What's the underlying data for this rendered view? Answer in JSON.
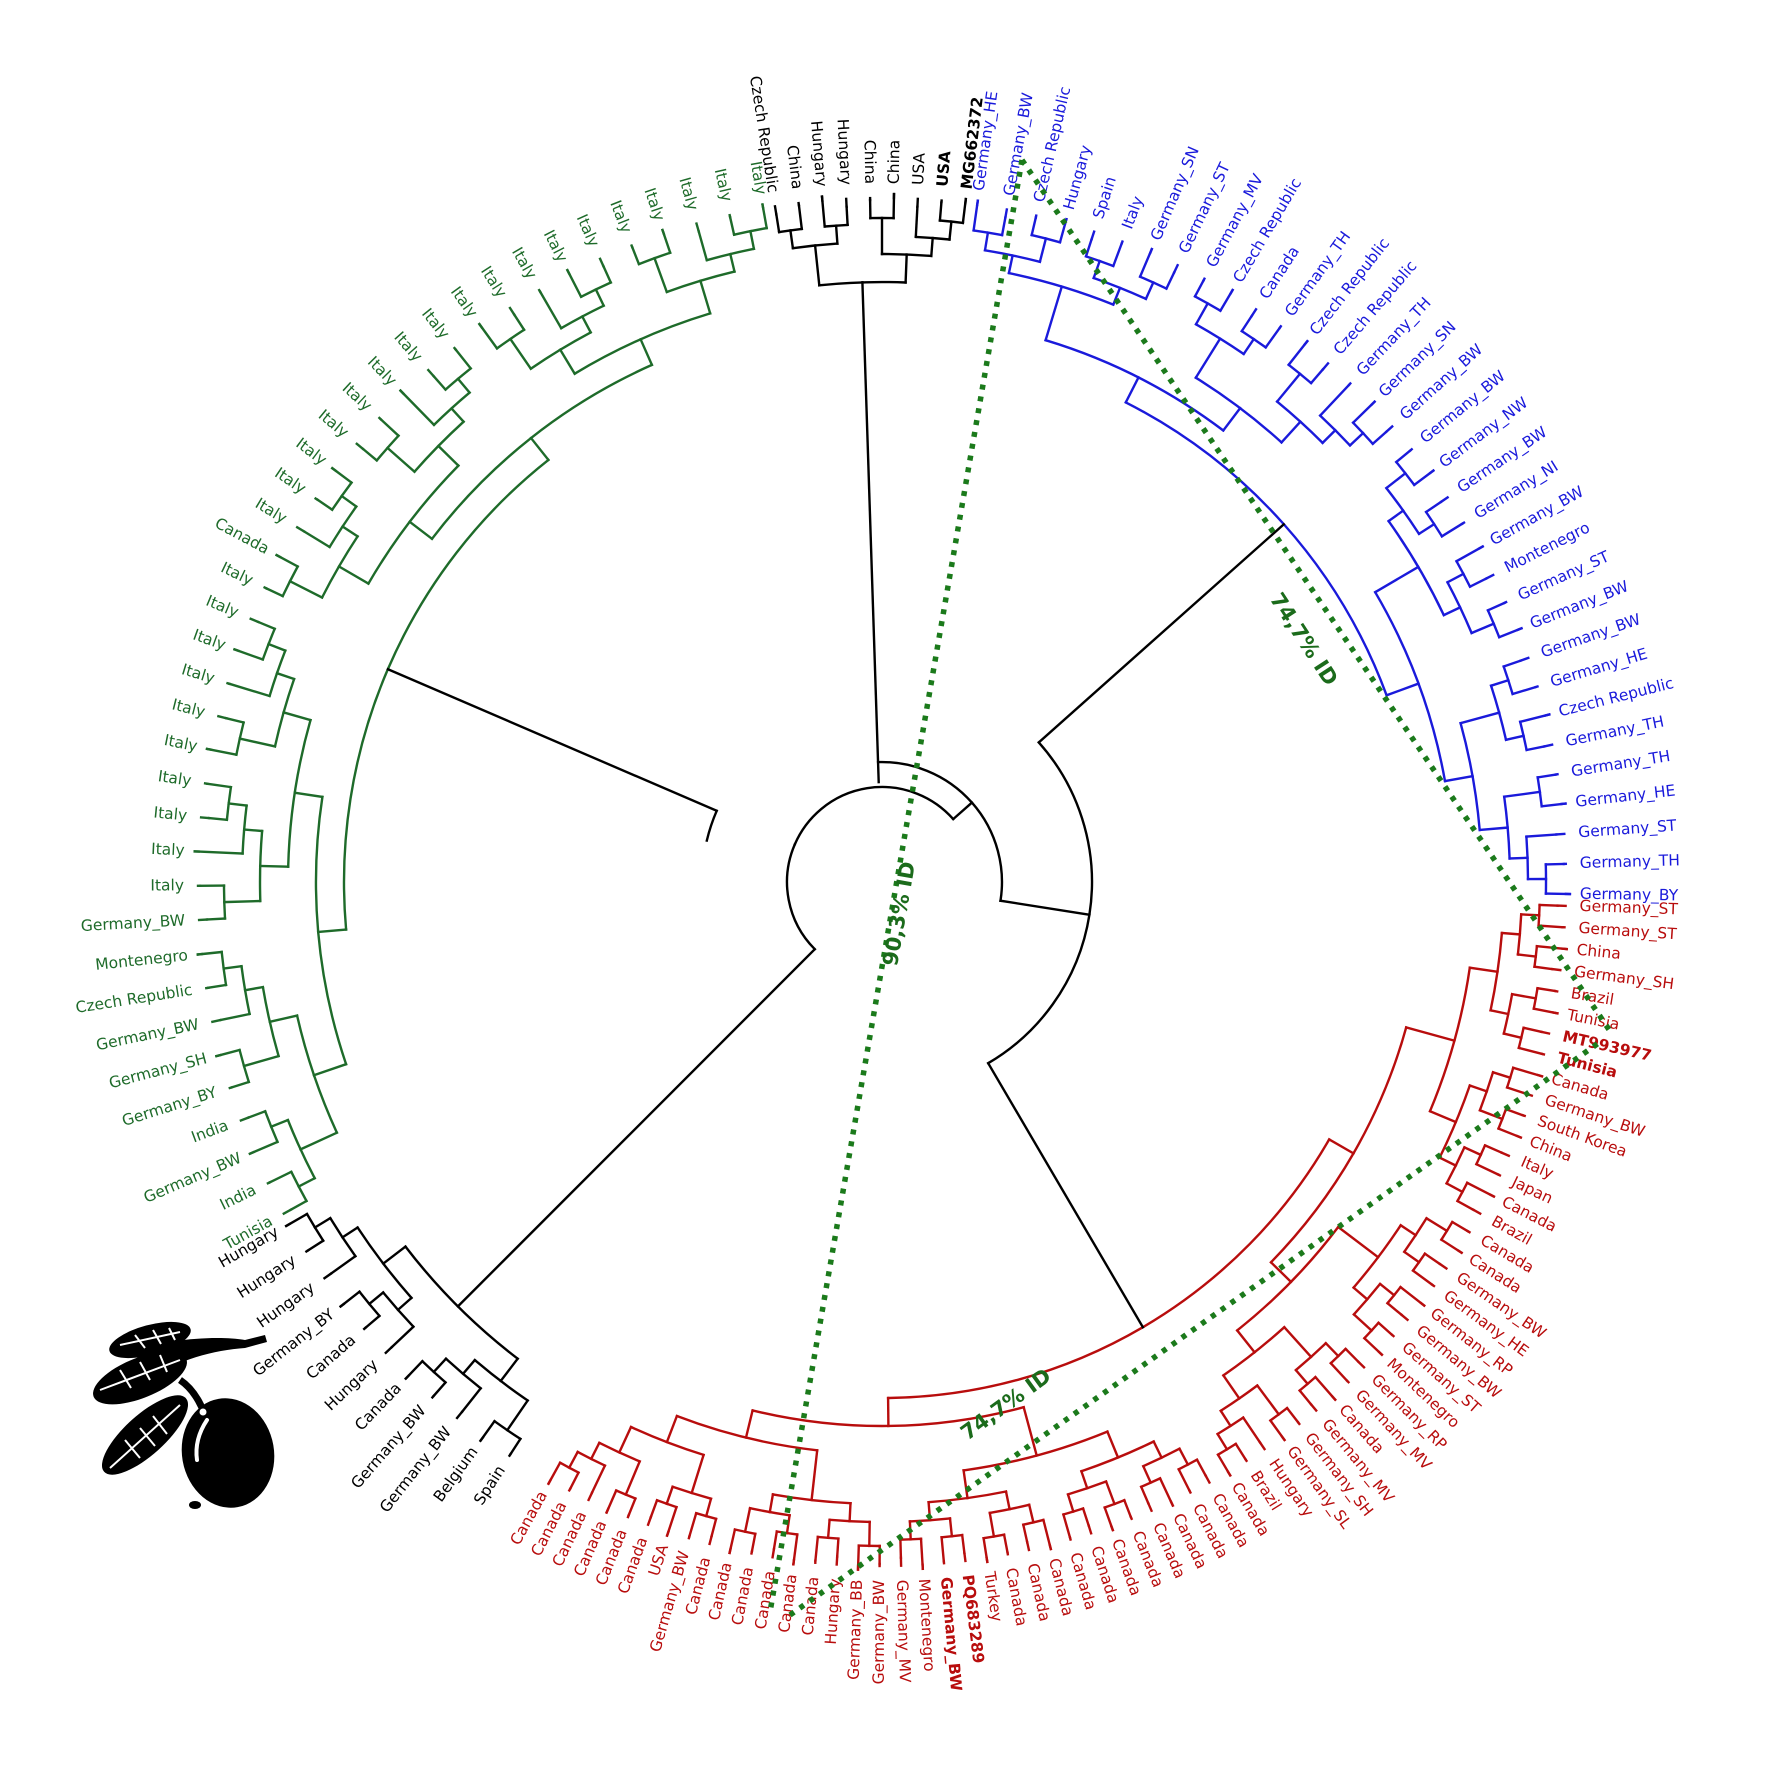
{
  "colors": {
    "green": "#1e6b2a",
    "blue": "#1a1adb",
    "red": "#b80d0d",
    "black": "#000000",
    "identity_line": "#1b7a1b"
  },
  "groups": [
    {
      "color": "green",
      "leaves": [
        "Italy",
        "Italy",
        "Italy",
        "Italy",
        "Italy",
        "Italy",
        "Italy",
        "Italy",
        "Italy",
        "Italy",
        "Italy",
        "Italy",
        "Italy",
        "Italy",
        "Italy",
        "Italy",
        "Italy",
        "Italy",
        "Canada",
        "Italy",
        "Italy",
        "Italy",
        "Italy",
        "Italy",
        "Italy",
        "Italy",
        "Italy",
        "Italy",
        "Italy",
        "Germany_BW",
        "Montenegro",
        "Czech Republic",
        "Germany_BW",
        "Germany_SH",
        "Germany_BY",
        "India",
        "Germany_BW",
        "India",
        "Tunisia"
      ]
    },
    {
      "color": "black",
      "leaves": [
        "Hungary",
        "Hungary",
        "Hungary",
        "Germany_BY",
        "Canada",
        "Hungary",
        "Canada",
        "Germany_BW",
        "Germany_BW",
        "Belgium",
        "Spain"
      ]
    },
    {
      "color": "red",
      "leaves": [
        "Canada",
        "Canada",
        "Canada",
        "Canada",
        "Canada",
        "Canada",
        "USA",
        "Germany_BW",
        "Canada",
        "Canada",
        "Canada",
        "Canada",
        "Canada",
        "Canada",
        "Hungary",
        "Germany_BB",
        "Germany_BW",
        "Germany_MV",
        "Montenegro",
        "Germany_BW",
        "PQ683289",
        "Turkey",
        "Canada",
        "Canada",
        "Canada",
        "Canada",
        "Canada",
        "Canada",
        "Canada",
        "Canada",
        "Canada",
        "Canada",
        "Canada",
        "Canada",
        "Brazil",
        "Hungary",
        "Germany_SL",
        "Germany_SH",
        "Germany_MV",
        "Canada",
        "Germany_MV",
        "Germany_RP",
        "Montenegro",
        "Germany_ST",
        "Germany_BW",
        "Germany_RP",
        "Germany_HE",
        "Germany_BW",
        "Canada",
        "Canada",
        "Brazil",
        "Canada",
        "Japan",
        "Italy",
        "China",
        "South Korea",
        "Germany_BW",
        "Canada",
        "Tunisia",
        "MT993977",
        "Tunisia",
        "Brazil",
        "Germany_SH",
        "China",
        "Germany_ST",
        "Germany_ST"
      ],
      "bold_leaves": [
        "Germany_BW@19",
        "PQ683289",
        "Tunisia@58",
        "MT993977"
      ]
    },
    {
      "color": "blue",
      "leaves": [
        "Germany_BY",
        "Germany_TH",
        "Germany_ST",
        "Germany_HE",
        "Germany_TH",
        "Germany_TH",
        "Czech Republic",
        "Germany_HE",
        "Germany_BW",
        "Germany_BW",
        "Germany_ST",
        "Montenegro",
        "Germany_BW",
        "Germany_NI",
        "Germany_BW",
        "Germany_NW",
        "Germany_BW",
        "Germany_BW",
        "Germany_SN",
        "Germany_TH",
        "Czech Republic",
        "Czech Republic",
        "Germany_TH",
        "Canada",
        "Czech Republic",
        "Germany_MV",
        "Germany_ST",
        "Germany_SN",
        "Italy",
        "Spain",
        "Hungary",
        "Czech Republic",
        "Germany_BW",
        "Germany_HE"
      ]
    },
    {
      "color": "black",
      "leaves": [
        "MG662372",
        "USA",
        "USA",
        "China",
        "China",
        "Hungary",
        "Hungary",
        "China",
        "Czech Republic"
      ],
      "bold_leaves": [
        "MG662372",
        "USA@1"
      ]
    }
  ],
  "identity_labels": [
    "74,7% ID",
    "90,3% ID",
    "74,7% ID"
  ],
  "icon": "olive-branch-icon"
}
